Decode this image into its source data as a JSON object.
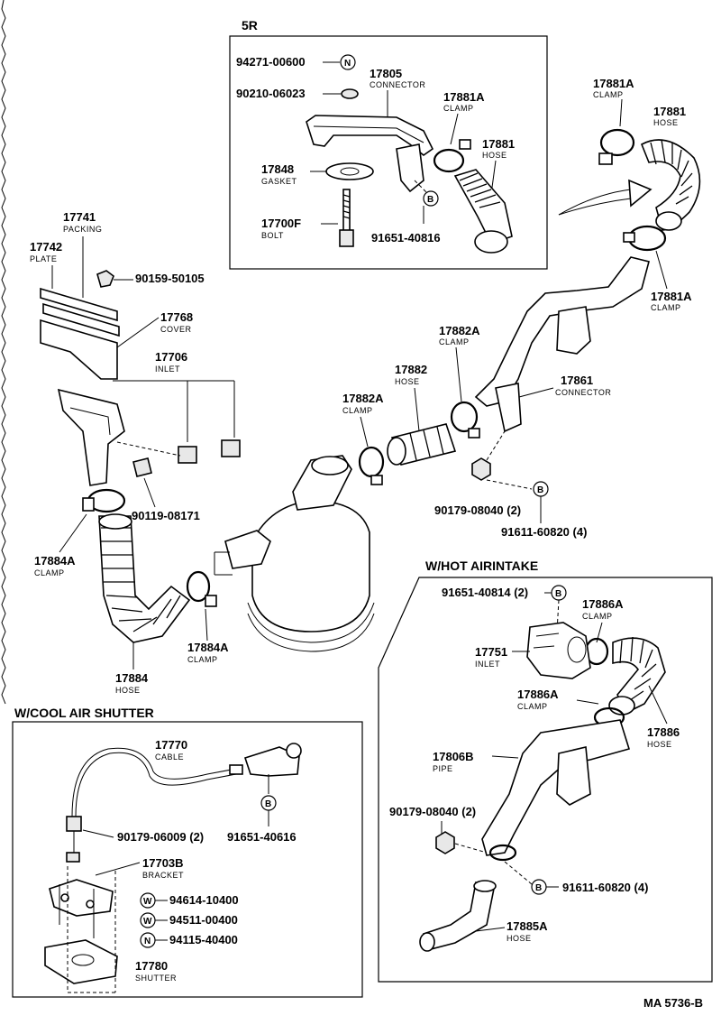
{
  "sections": {
    "fivr": "5R",
    "hot": "W/HOT AIRINTAKE",
    "cool": "W/COOL AIR SHUTTER"
  },
  "parts": {
    "p94271": "94271-00600",
    "p90210": "90210-06023",
    "p17805": "17805",
    "p17805n": "CONNECTOR",
    "p17881A_a": "17881A",
    "p17881A_an": "CLAMP",
    "p17881_a": "17881",
    "p17881_an": "HOSE",
    "p17848": "17848",
    "p17848n": "GASKET",
    "p17700F": "17700F",
    "p17700Fn": "BOLT",
    "p91651_40816": "91651-40816",
    "p17881A_b": "17881A",
    "p17881A_bn": "CLAMP",
    "p17881_b": "17881",
    "p17881_bn": "HOSE",
    "p17881A_c": "17881A",
    "p17881A_cn": "CLAMP",
    "p17741": "17741",
    "p17741n": "PACKING",
    "p17742": "17742",
    "p17742n": "PLATE",
    "p90159": "90159-50105",
    "p17768": "17768",
    "p17768n": "COVER",
    "p17706": "17706",
    "p17706n": "INLET",
    "p90119": "90119-08171",
    "p17884A_a": "17884A",
    "p17884A_an": "CLAMP",
    "p17884A_b": "17884A",
    "p17884A_bn": "CLAMP",
    "p17884": "17884",
    "p17884n": "HOSE",
    "p17882A_a": "17882A",
    "p17882A_an": "CLAMP",
    "p17882": "17882",
    "p17882n": "HOSE",
    "p17882A_b": "17882A",
    "p17882A_bn": "CLAMP",
    "p17861": "17861",
    "p17861n": "CONNECTOR",
    "p90179_08040a": "90179-08040 (2)",
    "p91611_60820a": "91611-60820 (4)",
    "p91651_40814": "91651-40814 (2)",
    "p17886A_a": "17886A",
    "p17886A_an": "CLAMP",
    "p17751": "17751",
    "p17751n": "INLET",
    "p17886A_b": "17886A",
    "p17886A_bn": "CLAMP",
    "p17886": "17886",
    "p17886n": "HOSE",
    "p17806B": "17806B",
    "p17806Bn": "PIPE",
    "p90179_08040b": "90179-08040 (2)",
    "p91611_60820b": "91611-60820 (4)",
    "p17885A": "17885A",
    "p17885An": "HOSE",
    "p17770": "17770",
    "p17770n": "CABLE",
    "p90179_06009": "90179-06009 (2)",
    "p91651_40616": "91651-40616",
    "p17703B": "17703B",
    "p17703Bn": "BRACKET",
    "p94614": "94614-10400",
    "p94511": "94511-00400",
    "p94115": "94115-40400",
    "p17780": "17780",
    "p17780n": "SHUTTER"
  },
  "symbols": {
    "N": "N",
    "B": "B",
    "W": "W"
  },
  "ref": "MA 5736-B"
}
